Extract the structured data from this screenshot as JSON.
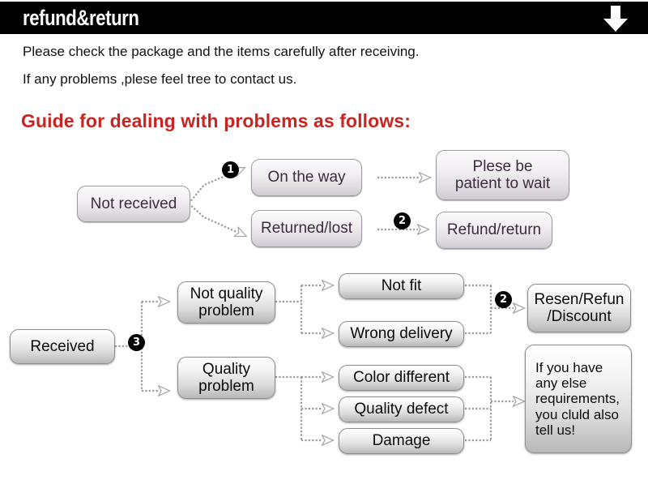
{
  "header": {
    "title": "refund&return",
    "arrow_icon": "arrow-down-icon"
  },
  "intro": {
    "line1": "Please check the package and the items carefully after receiving.",
    "line2": "If any problems ,plese feel tree to contact us.",
    "guide_title": "Guide for dealing with problems as follows:"
  },
  "flow_top": {
    "source": "Not received",
    "branches": [
      {
        "stage": "On the way",
        "badge": "❶",
        "result": "Plese be\npatient to wait"
      },
      {
        "stage": "Returned/lost",
        "badge": "❷",
        "result": "Refund/return"
      }
    ],
    "nodes": {
      "not_received": "Not received",
      "on_the_way": "On the way",
      "returned_lost": "Returned/lost",
      "plese_be_patient_l1": "Plese be",
      "plese_be_patient_l2": "patient to wait",
      "refund_return": "Refund/return"
    },
    "badges": {
      "one": "1",
      "two": "2"
    }
  },
  "flow_bottom": {
    "nodes": {
      "received": "Received",
      "not_quality_l1": "Not quality",
      "not_quality_l2": "problem",
      "quality_l1": "Quality",
      "quality_l2": "problem",
      "not_fit": "Not fit",
      "wrong_delivery": "Wrong delivery",
      "color_different": "Color different",
      "quality_defect": "Quality defect",
      "damage": "Damage",
      "resend_l1": "Resen/Refun",
      "resend_l2": "/Discount",
      "note_l1": "If you have",
      "note_l2": "any else",
      "note_l3": "requirements,",
      "note_l4": "you cluld also",
      "note_l5": "tell us!"
    },
    "badges": {
      "two": "2",
      "three": "3"
    }
  },
  "colors": {
    "header_bg": "#000000",
    "header_text": "#ffffff",
    "guide_red": "#c9241f",
    "body_text": "#111111",
    "node_purple_text": "#3d2b3f",
    "node_gray_text": "#0b0b0b",
    "connector": "#9a9a9a"
  }
}
